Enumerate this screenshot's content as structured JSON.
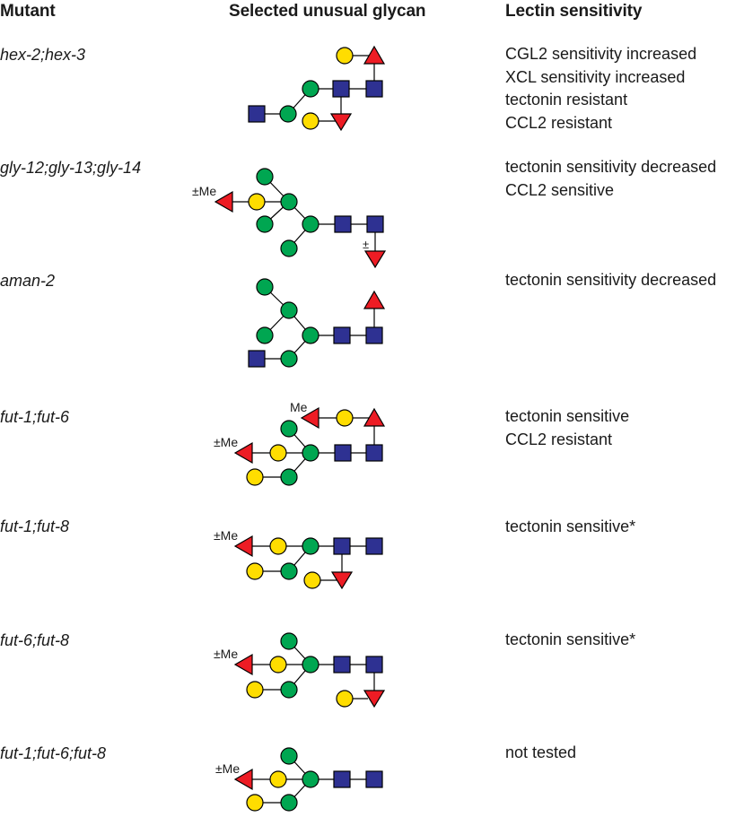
{
  "headers": {
    "mutant": "Mutant",
    "glycan": "Selected unusual glycan",
    "sensitivity": "Lectin sensitivity"
  },
  "rows": [
    {
      "mutant": "hex-2;hex-3",
      "sensitivity": [
        "CGL2 sensitivity increased",
        "XCL sensitivity increased",
        "tectonin resistant",
        "CCL2 resistant"
      ],
      "labels": []
    },
    {
      "mutant": "gly-12;gly-13;gly-14",
      "sensitivity": [
        "tectonin sensitivity decreased",
        "CCL2 sensitive"
      ],
      "labels": [
        "±Me",
        "±"
      ]
    },
    {
      "mutant": "aman-2",
      "sensitivity": [
        "tectonin sensitivity decreased"
      ],
      "labels": []
    },
    {
      "mutant": "fut-1;fut-6",
      "sensitivity": [
        "tectonin sensitive",
        "CCL2 resistant"
      ],
      "labels": [
        "Me",
        "±Me"
      ]
    },
    {
      "mutant": "fut-1;fut-8",
      "sensitivity": [
        "tectonin sensitive*"
      ],
      "labels": [
        "±Me"
      ]
    },
    {
      "mutant": "fut-6;fut-8",
      "sensitivity": [
        "tectonin sensitive*"
      ],
      "labels": [
        "±Me"
      ]
    },
    {
      "mutant": "fut-1;fut-6;fut-8",
      "sensitivity": [
        "not tested"
      ],
      "labels": [
        "±Me"
      ]
    }
  ],
  "symbol_colors": {
    "mannose_circle": "#00a651",
    "galactose_circle": "#ffdd00",
    "glcnac_square": "#2e3192",
    "fucose_triangle": "#ed1c24"
  }
}
